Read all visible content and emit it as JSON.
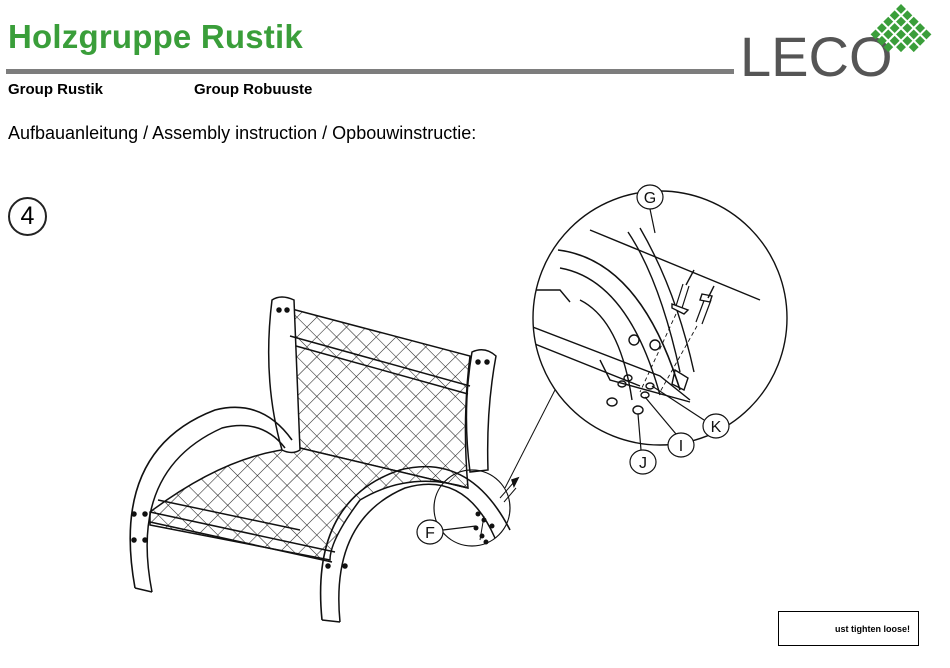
{
  "header": {
    "title": "Holzgruppe Rustik",
    "group_en": "Group Rustik",
    "group_nl": "Group Robuuste"
  },
  "subtitle": "Aufbauanleitung / Assembly instruction / Opbouwinstructie:",
  "step_number": "4",
  "logo": {
    "text": "LECO",
    "brand_color": "#3a9e3a"
  },
  "callouts": {
    "f": "F",
    "g": "G",
    "i": "I",
    "j": "J",
    "k": "K"
  },
  "note": "ust tighten loose!"
}
